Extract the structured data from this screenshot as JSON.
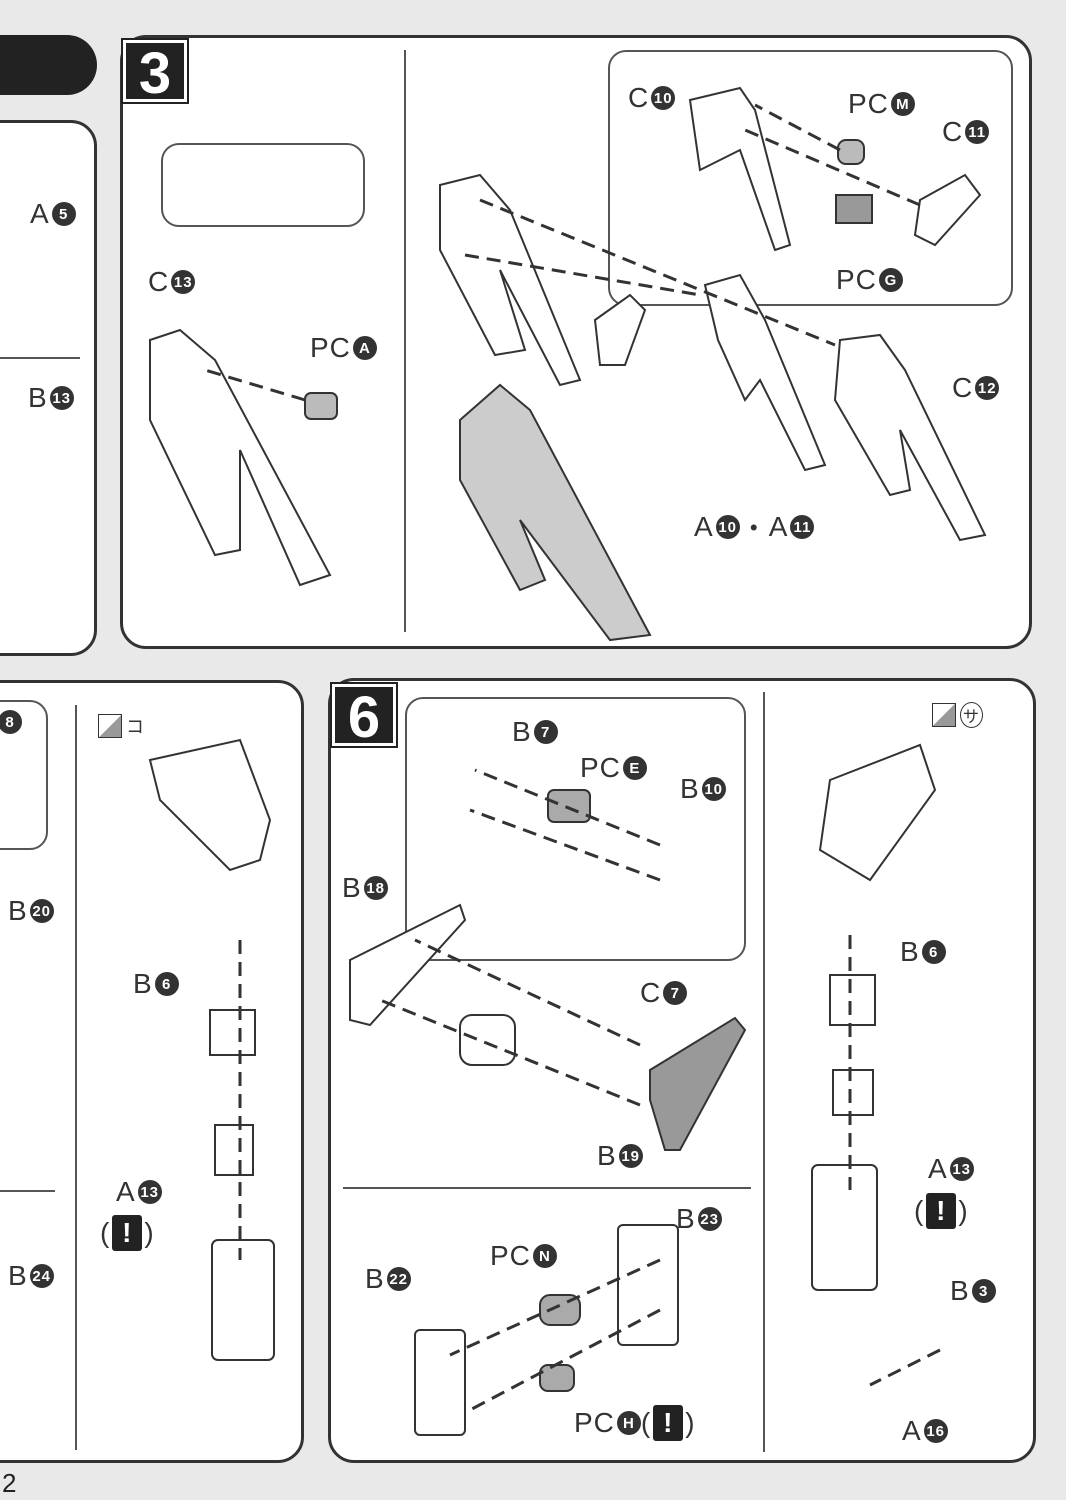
{
  "steps": {
    "step3": "3",
    "step6": "6"
  },
  "page_number": "2",
  "labels": {
    "a5": {
      "runner": "A",
      "num": "5"
    },
    "b13": {
      "runner": "B",
      "num": "13"
    },
    "c13": {
      "runner": "C",
      "num": "13"
    },
    "pca": {
      "runner": "PC",
      "num": "A"
    },
    "c10": {
      "runner": "C",
      "num": "10"
    },
    "pcm": {
      "runner": "PC",
      "num": "M"
    },
    "c11": {
      "runner": "C",
      "num": "11"
    },
    "pcg": {
      "runner": "PC",
      "num": "G"
    },
    "c12": {
      "runner": "C",
      "num": "12"
    },
    "a10": {
      "runner": "A",
      "num": "10"
    },
    "a11_sep": "・",
    "a11": {
      "runner": "A",
      "num": "11"
    },
    "n8": {
      "runner": "",
      "num": "8"
    },
    "b20": {
      "runner": "B",
      "num": "20"
    },
    "b6l": {
      "runner": "B",
      "num": "6"
    },
    "a13l": {
      "runner": "A",
      "num": "13"
    },
    "b24": {
      "runner": "B",
      "num": "24"
    },
    "b7": {
      "runner": "B",
      "num": "7"
    },
    "pce": {
      "runner": "PC",
      "num": "E"
    },
    "b10": {
      "runner": "B",
      "num": "10"
    },
    "b18": {
      "runner": "B",
      "num": "18"
    },
    "c7": {
      "runner": "C",
      "num": "7"
    },
    "b19": {
      "runner": "B",
      "num": "19"
    },
    "b22": {
      "runner": "B",
      "num": "22"
    },
    "pcn": {
      "runner": "PC",
      "num": "N"
    },
    "b23": {
      "runner": "B",
      "num": "23"
    },
    "pch": {
      "runner": "PC",
      "num": "H"
    },
    "b6r": {
      "runner": "B",
      "num": "6"
    },
    "a13r": {
      "runner": "A",
      "num": "13"
    },
    "b3": {
      "runner": "B",
      "num": "3"
    },
    "a16": {
      "runner": "A",
      "num": "16"
    }
  },
  "stickers": {
    "left": "コ",
    "right": "サ"
  },
  "warning": {
    "open": "(",
    "mark": "!",
    "close": ")"
  }
}
